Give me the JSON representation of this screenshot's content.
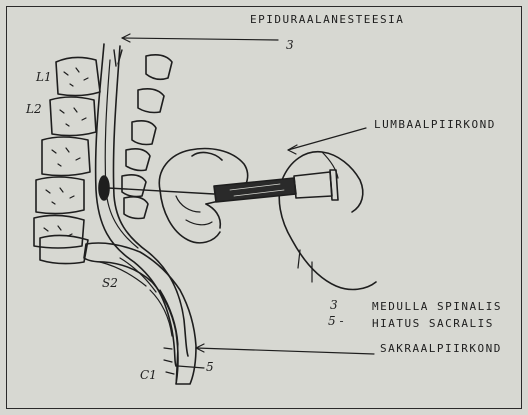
{
  "labels": {
    "title": "EPIDURAALANESTEESIA",
    "lumbaal": "LUMBAALPIIRKOND",
    "medulla": "MEDULLA SPINALIS",
    "hiatus": "HIATUS SACRALIS",
    "sakraal": "SAKRAALPIIRKOND"
  },
  "handwritten": {
    "l1": "L1",
    "l2": "L2",
    "s2": "S2",
    "c1": "C1",
    "num3_top": "3",
    "num3_legend": "3",
    "num5_legend": "5 -",
    "num5_bottom": "5"
  },
  "colors": {
    "background": "#d7d8d2",
    "ink": "#1e1e1e"
  }
}
